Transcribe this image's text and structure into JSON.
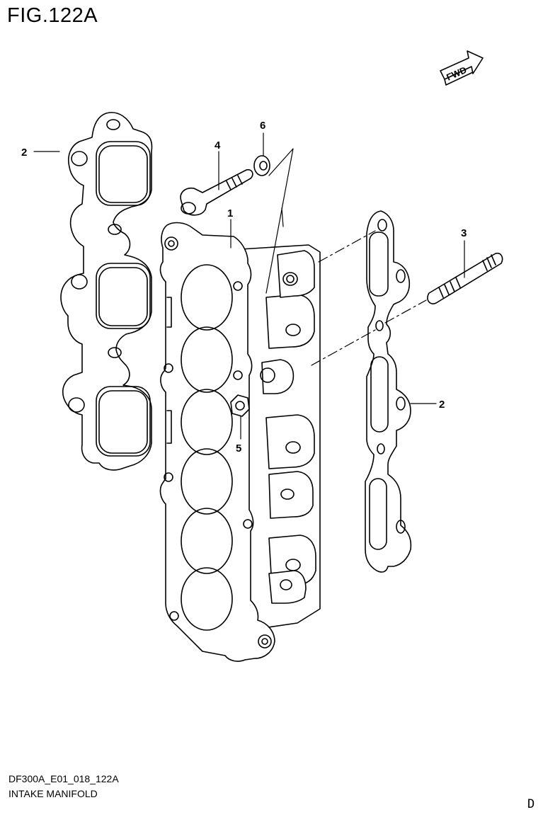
{
  "figure": {
    "title": "FIG.122A",
    "code": "DF300A_E01_018_122A",
    "name": "INTAKE MANIFOLD",
    "corner_letter": "D",
    "fwd_label": "FWD"
  },
  "callouts": [
    {
      "id": "c1",
      "number": "1",
      "part": "intake-manifold"
    },
    {
      "id": "c2a",
      "number": "2",
      "part": "gasket-left"
    },
    {
      "id": "c2b",
      "number": "2",
      "part": "gasket-right"
    },
    {
      "id": "c3",
      "number": "3",
      "part": "stud"
    },
    {
      "id": "c4",
      "number": "4",
      "part": "bolt"
    },
    {
      "id": "c5",
      "number": "5",
      "part": "nut"
    },
    {
      "id": "c6",
      "number": "6",
      "part": "washer"
    }
  ]
}
